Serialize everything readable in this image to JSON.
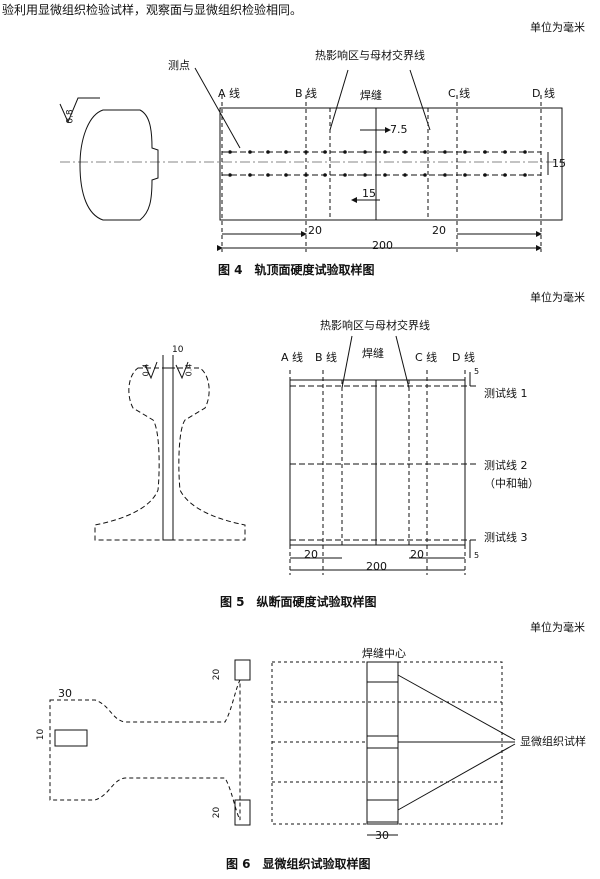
{
  "intro_line": "验利用显微组织检验试样，观察面与显微组织检验相同。",
  "unit_note": "单位为毫米",
  "fig4": {
    "caption": "图 4　轨顶面硬度试验取样图",
    "label_point": "测点",
    "label_haz": "热影响区与母材交界线",
    "label_weld": "焊缝",
    "line_a": "A 线",
    "line_b": "B 线",
    "line_c": "C 线",
    "line_d": "D 线",
    "roughness": "0.8",
    "dim_spacing": "7.5",
    "dim_row_gap": "15",
    "dim_center": "15",
    "dim_left": "20",
    "dim_right": "20",
    "dim_total": "200"
  },
  "fig5": {
    "caption": "图 5　纵断面硬度试验取样图",
    "label_haz": "热影响区与母材交界线",
    "label_weld": "焊缝",
    "line_a": "A 线",
    "line_b": "B 线",
    "line_c": "C 线",
    "line_d": "D 线",
    "dim_width": "10",
    "roughness_left": "0.4",
    "roughness_right": "0.4",
    "test_line_1": "测试线 1",
    "test_line_2": "测试线 2",
    "neutral_axis": "（中和轴）",
    "test_line_3": "测试线 3",
    "dim_top": "5",
    "dim_bottom": "5",
    "dim_left": "20",
    "dim_right": "20",
    "dim_total": "200"
  },
  "fig6": {
    "caption": "图 6　显微组织试验取样图",
    "label_weld_center": "焊缝中心",
    "label_specimen": "显微组织试样",
    "dim_head_width": "30",
    "dim_head_height": "10",
    "dim_web_top": "20",
    "dim_foot": "20",
    "dim_specimen_width": "30"
  }
}
